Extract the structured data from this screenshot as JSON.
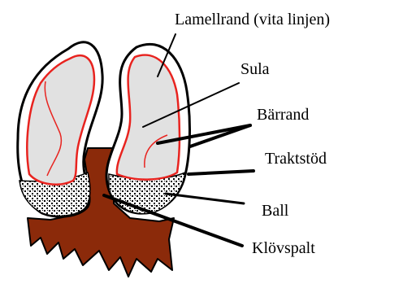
{
  "diagram": {
    "labels": {
      "lamellrand": "Lamellrand (vita linjen)",
      "sula": "Sula",
      "barrand": "Bärrand",
      "traktstod": "Traktstöd",
      "ball": "Ball",
      "klovspalt": "Klövspalt"
    },
    "colors": {
      "background": "#ffffff",
      "hoof_wall": "#ffffff",
      "sole": "#e1e1e1",
      "white_line": "#e8231f",
      "tissue": "#8b2a0a",
      "outline": "#000000",
      "pointer": "#000000"
    }
  }
}
